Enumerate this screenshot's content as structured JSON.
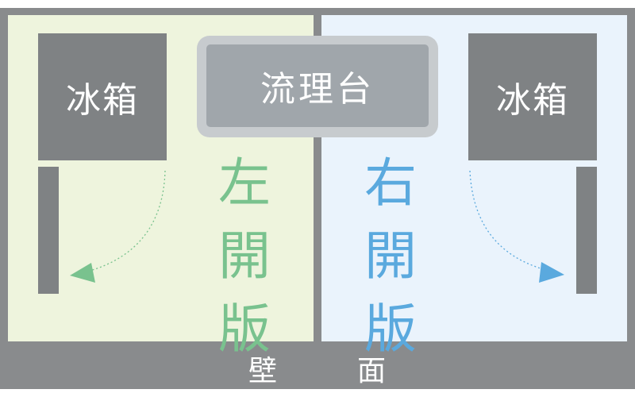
{
  "colors": {
    "frame": "#898b8d",
    "left_panel": "#eef4dd",
    "right_panel": "#eaf3fc",
    "appliance": "#7f8284",
    "sink_rim": "#c7cbce",
    "sink_fill": "#a0a6ab",
    "left_accent": "#79c28e",
    "right_accent": "#5aa9de"
  },
  "left": {
    "fridge_label": "冰箱",
    "door_label": [
      "左",
      "開",
      "版"
    ]
  },
  "right": {
    "fridge_label": "冰箱",
    "door_label": [
      "右",
      "開",
      "版"
    ]
  },
  "sink": {
    "label": "流理台"
  },
  "wall": {
    "label_1": "壁",
    "label_2": "面"
  },
  "icons": {
    "left_arrow": "arrow-swing-left-icon",
    "right_arrow": "arrow-swing-right-icon"
  }
}
